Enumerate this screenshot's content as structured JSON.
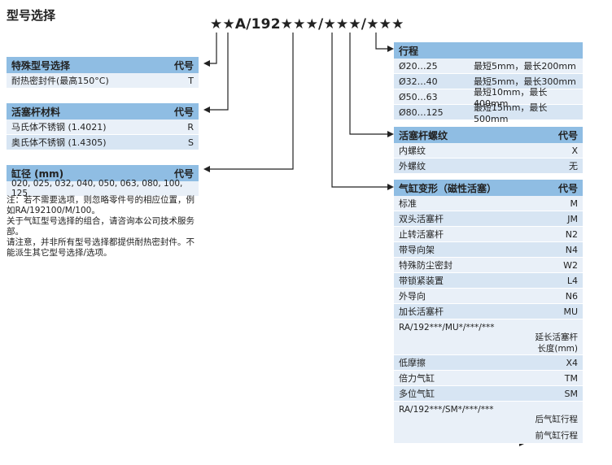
{
  "page_title": "型号选择",
  "order_code": "★★A/192★★★/★★★/★★★",
  "special": {
    "header": "特殊型号选择",
    "code_header": "代号",
    "rows": [
      {
        "label": "耐热密封件(最高150°C)",
        "code": "T"
      }
    ]
  },
  "rod_material": {
    "header": "活塞杆材料",
    "code_header": "代号",
    "rows": [
      {
        "label": "马氏体不锈钢 (1.4021)",
        "code": "R"
      },
      {
        "label": "奥氏体不锈钢 (1.4305)",
        "code": "S"
      }
    ]
  },
  "bore": {
    "header": "缸径 (mm)",
    "code_header": "代号",
    "values": "020, 025, 032, 040, 050, 063, 080, 100, 125"
  },
  "notes": [
    "注：若不需要选项，则忽略零件号的相应位置，例如RA/192100/M/100。",
    "关于气缸型号选择的组合，请咨询本公司技术服务部。",
    "请注意，并非所有型号选择都提供耐热密封件。不能派生其它型号选择/选项。"
  ],
  "stroke": {
    "header": "行程",
    "rows": [
      {
        "bore": "Ø20…25",
        "range": "最短5mm，最长200mm"
      },
      {
        "bore": "Ø32…40",
        "range": "最短5mm，最长300mm"
      },
      {
        "bore": "Ø50…63",
        "range": "最短10mm，最长400mm"
      },
      {
        "bore": "Ø80…125",
        "range": "最短15mm，最长500mm"
      }
    ]
  },
  "rod_thread": {
    "header": "活塞杆螺纹",
    "code_header": "代号",
    "rows": [
      {
        "label": "内螺纹",
        "code": "X"
      },
      {
        "label": "外螺纹",
        "code": "无"
      }
    ]
  },
  "variant": {
    "header": "气缸变形（磁性活塞）",
    "code_header": "代号",
    "rows_a": [
      {
        "label": "标准",
        "code": "M"
      },
      {
        "label": "双头活塞杆",
        "code": "JM"
      },
      {
        "label": "止转活塞杆",
        "code": "N2"
      },
      {
        "label": "带导向架",
        "code": "N4"
      },
      {
        "label": "特殊防尘密封",
        "code": "W2"
      },
      {
        "label": "带锁紧装置",
        "code": "L4"
      },
      {
        "label": "外导向",
        "code": "N6"
      },
      {
        "label": "加长活塞杆",
        "code": "MU"
      }
    ],
    "mu_formula": "RA/192***/MU*/***/***",
    "mu_note_1": "延长活塞杆",
    "mu_note_2": "长度(mm)",
    "rows_b": [
      {
        "label": "低摩擦",
        "code": "X4"
      },
      {
        "label": "倍力气缸",
        "code": "TM"
      },
      {
        "label": "多位气缸",
        "code": "SM"
      }
    ],
    "sm_formula": "RA/192***/SM*/***/***",
    "sm_note_1": "后气缸行程",
    "sm_note_2": "前气缸行程"
  }
}
